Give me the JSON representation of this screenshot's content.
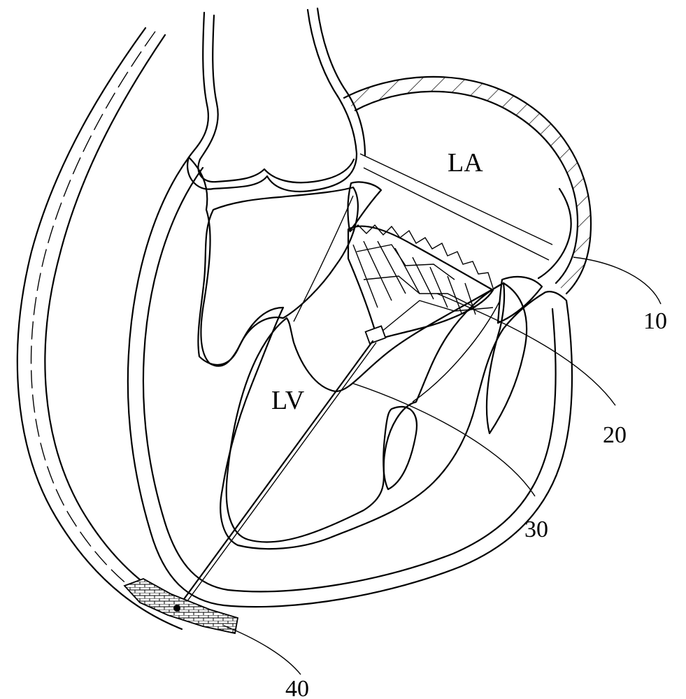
{
  "labels": {
    "left_atrium": "LA",
    "left_ventricle": "LV",
    "ref_10": "10",
    "ref_20": "20",
    "ref_30": "30",
    "ref_40": "40"
  },
  "colors": {
    "ink": "#000000",
    "background": "#ffffff"
  }
}
